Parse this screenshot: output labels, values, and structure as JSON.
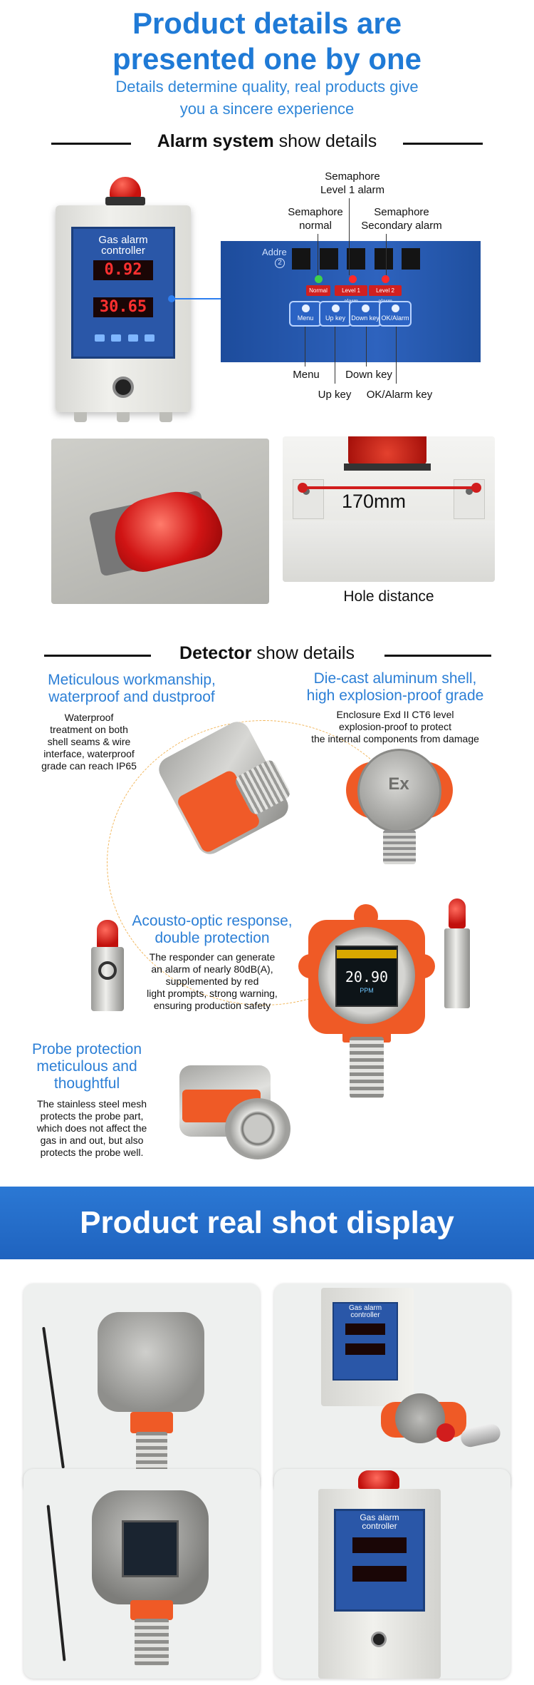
{
  "header": {
    "title_line1": "Product details are",
    "title_line2": "presented one by one",
    "subtitle_line1": "Details determine quality, real products give",
    "subtitle_line2": "you a sincere experience"
  },
  "alarm_section": {
    "heading_bold": "Alarm system",
    "heading_rest": " show details",
    "controller_title_line1": "Gas alarm",
    "controller_title_line2": "controller",
    "display1": "0.92",
    "display2": "30.65",
    "address_label": "Addre",
    "address_number": "2",
    "indicators": [
      "Normal",
      "Level 1 alarm",
      "Level 2 alarm"
    ],
    "keys": [
      "Menu",
      "Up key",
      "Down key",
      "OK/Alarm"
    ],
    "callouts": {
      "semaphore_level1_line1": "Semaphore",
      "semaphore_level1_line2": "Level 1 alarm",
      "semaphore_normal_line1": "Semaphore",
      "semaphore_normal_line2": "normal",
      "semaphore_secondary_line1": "Semaphore",
      "semaphore_secondary_line2": "Secondary alarm",
      "menu": "Menu",
      "down_key": "Down key",
      "up_key": "Up key",
      "ok_alarm_key": "OK/Alarm key"
    },
    "hole_distance_value": "170mm",
    "hole_distance_caption": "Hole distance"
  },
  "detector_section": {
    "heading_bold": "Detector",
    "heading_rest": " show details",
    "feature1": {
      "title_line1": "Meticulous workmanship,",
      "title_line2": "waterproof and dustproof",
      "body": [
        "Waterproof",
        "treatment on both",
        "shell seams & wire",
        "interface, waterproof",
        "grade can reach IP65"
      ]
    },
    "feature2": {
      "title_line1": "Die-cast aluminum shell,",
      "title_line2": "high explosion-proof grade",
      "body": [
        "Enclosure Exd II CT6 level",
        "explosion-proof to protect",
        "the internal components from damage"
      ]
    },
    "feature3": {
      "title_line1": "Acousto-optic response,",
      "title_line2": "double protection",
      "body": [
        "The responder can generate",
        "an alarm of nearly 80dB(A),",
        "supplemented by red",
        "light prompts, strong warning,",
        "ensuring production safety"
      ]
    },
    "feature4": {
      "title_line1": "Probe protection",
      "title_line2": "meticulous and",
      "title_line3": "thoughtful",
      "body": [
        "The stainless steel mesh",
        "protects the probe part,",
        "which does not affect the",
        "gas in and out, but also",
        "protects the probe well."
      ]
    },
    "top_view_mark": "Ex",
    "screen_reading": "20.90",
    "screen_unit": "PPM"
  },
  "real_shot": {
    "banner_title": "Product real shot display",
    "controller_label_line1": "Gas alarm",
    "controller_label_line2": "controller"
  },
  "colors": {
    "accent_blue": "#1f7ad6",
    "banner_blue": "#2270c9",
    "detector_orange": "#ef5a26",
    "alarm_red": "#d11d1d"
  }
}
